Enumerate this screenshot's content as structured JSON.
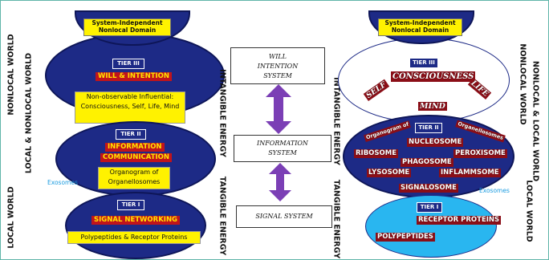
{
  "side_labels": {
    "nonlocal_world": "NONLOCAL WORLD",
    "local_nonlocal_world": "LOCAL & NONLOCAL WORLD",
    "local_world": "LOCAL WORLD",
    "intangible_energy": "INTANGIBLE ENERGY",
    "tangible_energy": "TANGIBLE ENERGY",
    "nonlocal_local_world": "NONLOCAL & LOCAL WORLD"
  },
  "left": {
    "domain": "System-Independent Nonlocal Domain",
    "tier3": "TIER III",
    "tier3_label": "WILL & INTENTION",
    "tier3_box": "Non-observable Influential: Consciousness, Self, Life, Mind",
    "tier2": "TIER II",
    "tier2_label_1": "INFORMATION",
    "tier2_label_2": "COMMUNICATION",
    "tier2_box": "Organogram of Organellosomes",
    "exosomes": "Exosomes",
    "tier1": "TIER I",
    "tier1_label": "SIGNAL NETWORKING",
    "tier1_box": "Polypeptides & Receptor Proteins"
  },
  "middle": {
    "will_1": "WILL",
    "will_2": "INTENTION",
    "will_3": "SYSTEM",
    "info_1": "INFORMATION",
    "info_2": "SYSTEM",
    "signal": "SIGNAL SYSTEM"
  },
  "right": {
    "domain": "System-Independent Nonlocal Domain",
    "tier3": "TIER III",
    "consciousness": "CONSCIOUSNESS",
    "self": "SELF",
    "life": "LIFE",
    "mind": "MIND",
    "tier2": "TIER II",
    "organogram": "Organogram of",
    "organellosomes": "Organellosomes",
    "nucleosome": "NUCLEOSOME",
    "ribosome": "RIBOSOME",
    "peroxisome": "PEROXISOME",
    "phagosome": "PHAGOSOME",
    "lysosome": "LYSOSOME",
    "inflammsome": "INFLAMMSOME",
    "signalosome": "SIGNALOSOME",
    "exosomes": "Exosomes",
    "tier1": "TIER I",
    "receptor": "RECEPTOR PROTEINS",
    "polypeptides": "POLYPEPTIDES"
  },
  "colors": {
    "navy": "#1d2a86",
    "red": "#c0141c",
    "yellow": "#fff200",
    "purple": "#7b3fb5",
    "light_blue": "#29b6f0"
  }
}
